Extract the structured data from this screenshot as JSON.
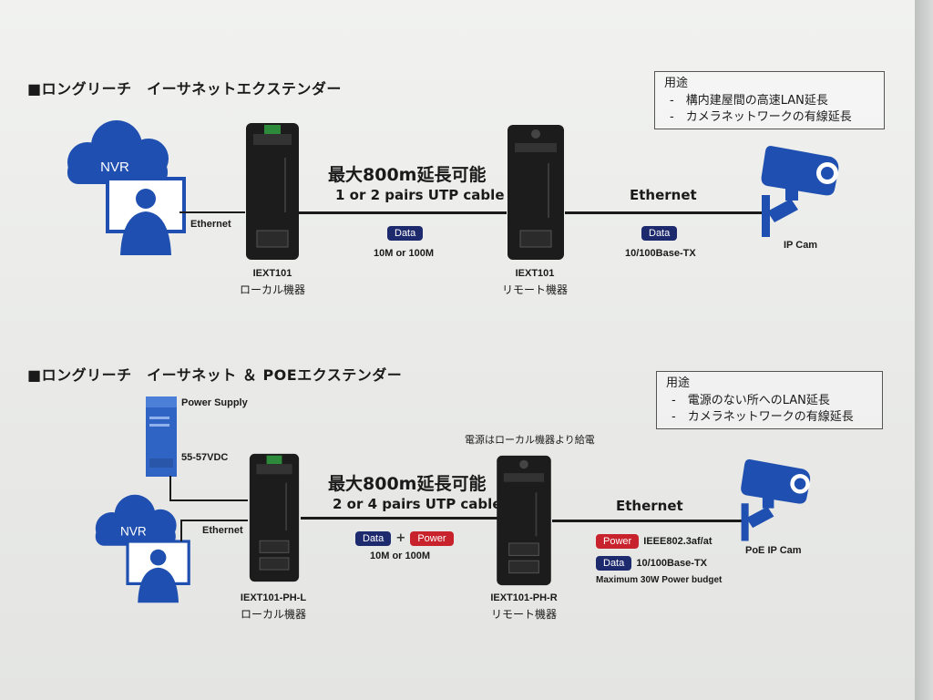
{
  "section1": {
    "title": "■ロングリーチ　イーサネットエクステンダー",
    "usage": {
      "heading": "用途",
      "items": [
        "-　構内建屋間の高速LAN延長",
        "-　カメラネットワークの有線延長"
      ]
    },
    "nvr_label": "NVR",
    "ethernet_left": "Ethernet",
    "distance": "最大800m延長可能",
    "cable": "1 or 2 pairs UTP cable",
    "ethernet_right": "Ethernet",
    "data_pill": "Data",
    "speed_mid": "10M or 100M",
    "data_pill_right": "Data",
    "speed_right": "10/100Base-TX",
    "local_model": "IEXT101",
    "local_role": "ローカル機器",
    "remote_model": "IEXT101",
    "remote_role": "リモート機器",
    "camera_label": "IP Cam"
  },
  "section2": {
    "title": "■ロングリーチ　イーサネット ＆ POEエクステンダー",
    "usage": {
      "heading": "用途",
      "items": [
        "-　電源のない所へのLAN延長",
        "-　カメラネットワークの有線延長"
      ]
    },
    "power_supply_label": "Power Supply",
    "power_supply_voltage": "55-57VDC",
    "nvr_label": "NVR",
    "ethernet_left": "Ethernet",
    "distance": "最大800m延長可能",
    "cable": "2 or 4 pairs UTP cable",
    "data_pill": "Data",
    "plus": "+",
    "power_pill": "Power",
    "speed_mid": "10M or 100M",
    "power_note": "電源はローカル機器より給電",
    "ethernet_right": "Ethernet",
    "power_pill_right": "Power",
    "poe_standard": "IEEE802.3af/at",
    "data_pill_right": "Data",
    "speed_right": "10/100Base-TX",
    "power_budget": "Maximum 30W Power budget",
    "local_model": "IEXT101-PH-L",
    "local_role": "ローカル機器",
    "remote_model": "IEXT101-PH-R",
    "remote_role": "リモート機器",
    "camera_label": "PoE IP Cam"
  },
  "colors": {
    "brand_blue": "#1f4fb0",
    "data_navy": "#1e2a6e",
    "power_red": "#c8222c",
    "device_black": "#1c1c1c"
  }
}
